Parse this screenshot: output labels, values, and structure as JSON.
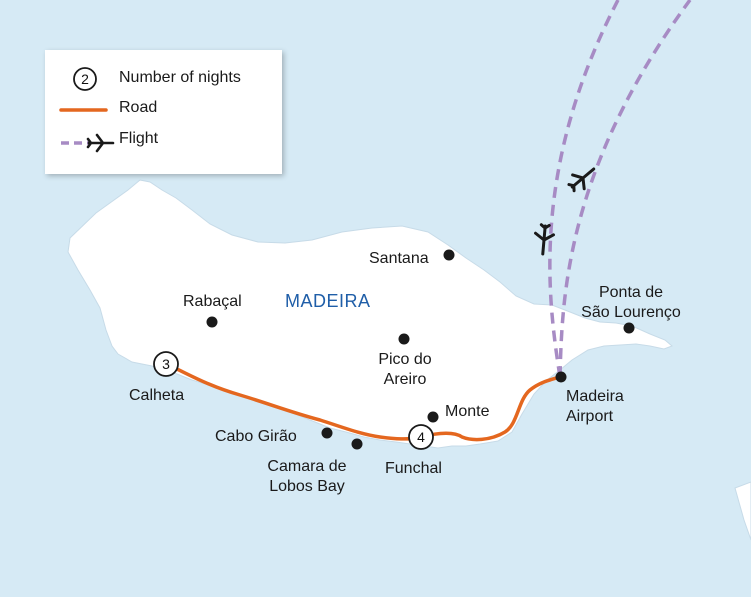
{
  "legend": {
    "nights_sample": "2",
    "nights_label": "Number of nights",
    "road_label": "Road",
    "flight_label": "Flight"
  },
  "region": "MADEIRA",
  "places": {
    "santana": "Santana",
    "rabacal": "Rabaçal",
    "pico": [
      "Pico do",
      "Areiro"
    ],
    "ponta": [
      "Ponta de",
      "São Lourenço"
    ],
    "calheta": "Calheta",
    "monte": "Monte",
    "cabo": "Cabo Girão",
    "camara": [
      "Camara de",
      "Lobos Bay"
    ],
    "funchal": "Funchal",
    "airport": [
      "Madeira",
      "Airport"
    ]
  },
  "nights": {
    "calheta": "3",
    "funchal": "4"
  },
  "colors": {
    "sea": "#d6eaf5",
    "land": "#ffffff",
    "road": "#e4671f",
    "flight": "#a78bc4",
    "region_label": "#1f5ea8"
  },
  "icons": [
    "plane-icon",
    "town-marker-icon",
    "nights-marker-icon"
  ]
}
